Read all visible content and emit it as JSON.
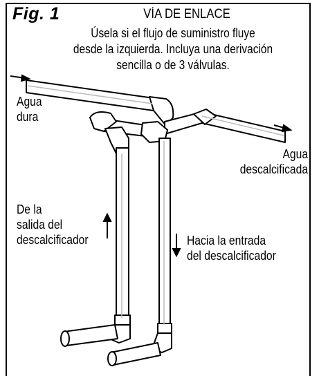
{
  "figure": {
    "label": "Fig. 1",
    "title": "VÍA DE ENLACE",
    "description_lines": [
      "Úsela si el flujo de suministro fluye",
      "desde la izquierda. Incluya una derivación",
      "sencilla o de 3 válvulas."
    ]
  },
  "labels": {
    "hard_water": [
      "Agua",
      "dura"
    ],
    "soft_water": [
      "Agua",
      "descalcificada"
    ],
    "from_outlet": [
      "De la",
      "salida del",
      "descalcificador"
    ],
    "to_inlet": [
      "Hacia la entrada",
      "del descalcificador"
    ]
  },
  "colors": {
    "line": "#000000",
    "pipe_fill": "#ffffff",
    "pipe_shade": "#bbbbbb"
  }
}
